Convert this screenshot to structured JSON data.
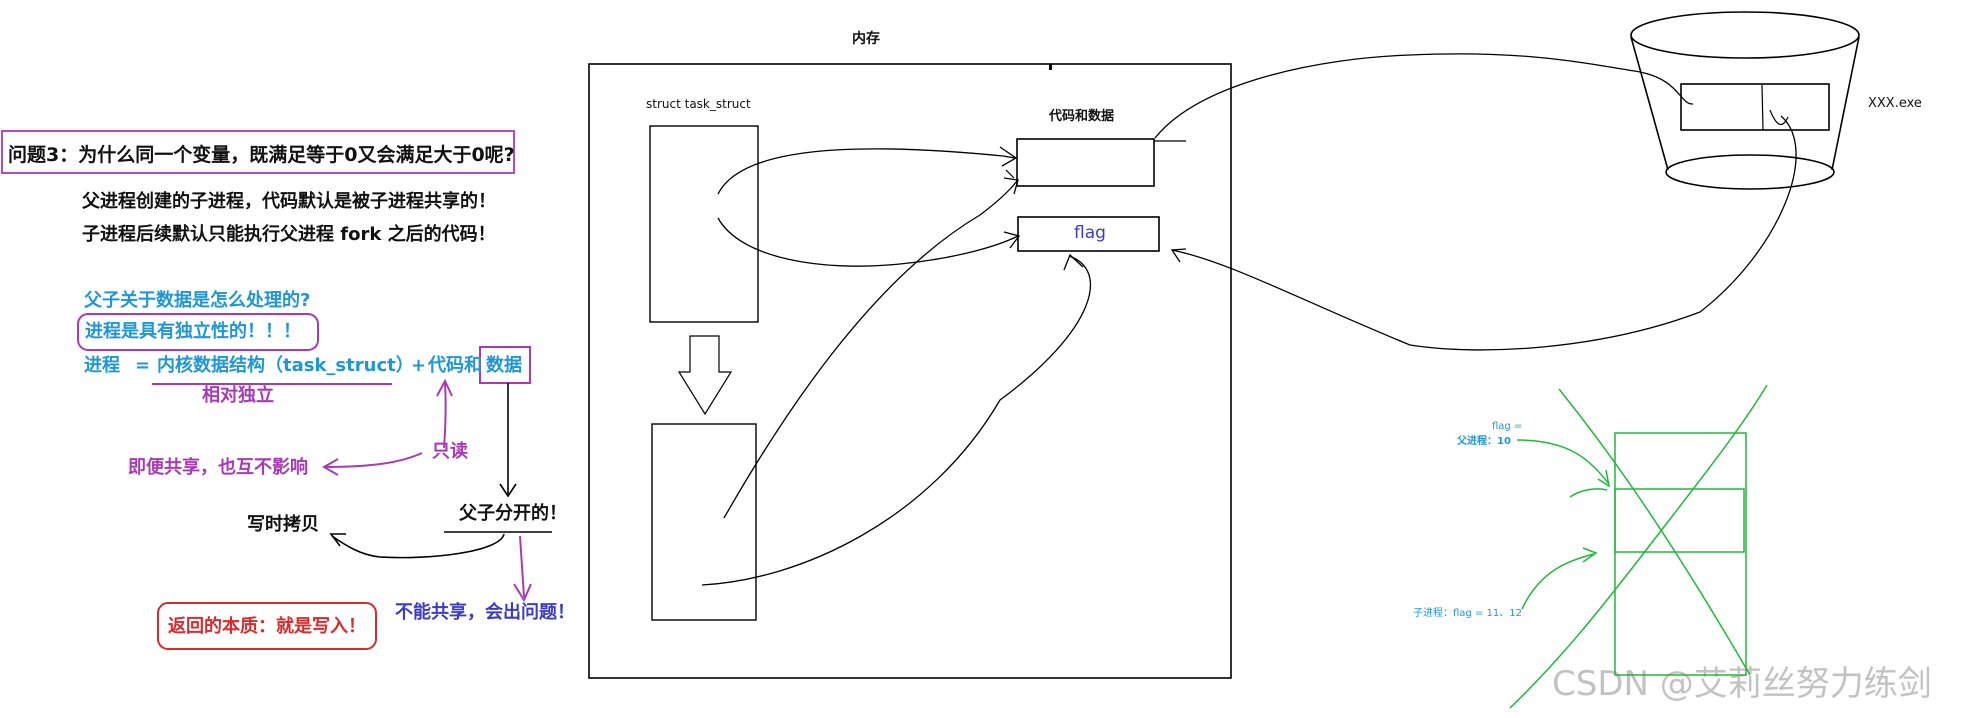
{
  "question": "问题3：为什么同一个变量，既满足等于0又会满足大于0呢?",
  "notes": {
    "line1": "父进程创建的子进程，代码默认是被子进程共享的！",
    "line2": "子进程后续默认只能执行父进程 fork 之后的代码！",
    "data_question": "父子关于数据是怎么处理的?",
    "independence": "进程是具有独立性的！！！",
    "eq_process": "进程",
    "eq_equals": "=",
    "eq_kernel": "内核数据结构（task_struct）",
    "eq_plus": "+",
    "eq_code": "代码和",
    "eq_data": "数据",
    "relative": "相对独立",
    "readonly": "只读",
    "shared": "即便共享，也互不影响",
    "separate": "父子分开的！",
    "cow": "写时拷贝",
    "cannot_share": "不能共享，会出问题！",
    "return_essence": "返回的本质：就是写入！"
  },
  "memory": {
    "title": "内存",
    "task_struct": "struct task_struct",
    "code_data": "代码和数据",
    "flag": "flag"
  },
  "disk": {
    "exe": "XXX.exe"
  },
  "green": {
    "flag_eq": "flag =",
    "parent": "父进程：10",
    "child": "子进程：flag = 11、12"
  },
  "watermark": "CSDN @艾莉丝努力练剑",
  "colors": {
    "blue": "#1f97d6",
    "purple": "#a83bb5",
    "red": "#d92b2b",
    "navy": "#3b3bc4",
    "green": "#22b83a"
  }
}
